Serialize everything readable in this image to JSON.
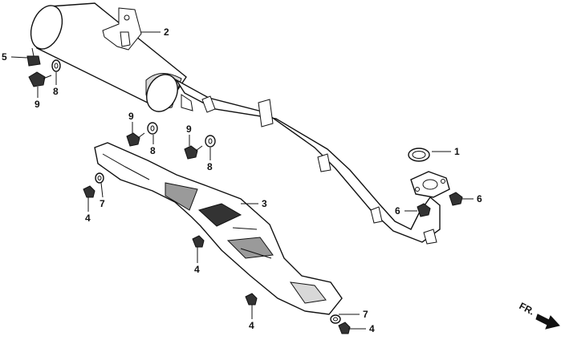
{
  "callouts": {
    "c1": "1",
    "c2": "2",
    "c3": "3",
    "c4a": "4",
    "c4b": "4",
    "c4c": "4",
    "c4d": "4",
    "c5": "5",
    "c6a": "6",
    "c6b": "6",
    "c7a": "7",
    "c7b": "7",
    "c8a": "8",
    "c8b": "8",
    "c8c": "8",
    "c9a": "9",
    "c9b": "9",
    "c9c": "9"
  },
  "direction_label": "FR."
}
